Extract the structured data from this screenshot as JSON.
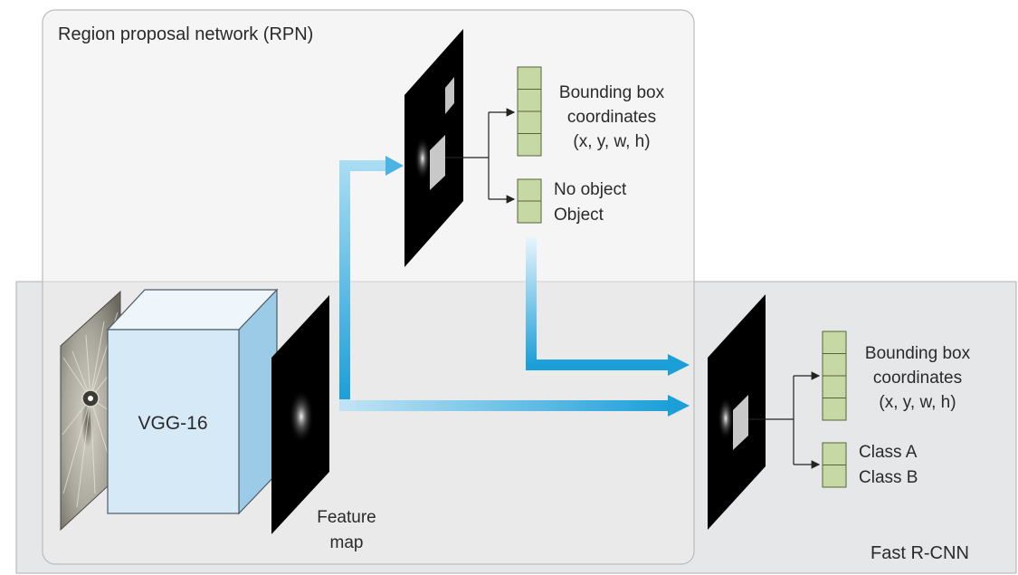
{
  "rpn": {
    "title": "Region proposal network (RPN)",
    "bbox_line1": "Bounding box",
    "bbox_line2": "coordinates",
    "bbox_line3": "(x, y, w, h)",
    "class_line1": "No object",
    "class_line2": "Object"
  },
  "fast_rcnn": {
    "title": "Fast R-CNN",
    "bbox_line1": "Bounding box",
    "bbox_line2": "coordinates",
    "bbox_line3": "(x, y, w, h)",
    "class_line1": "Class A",
    "class_line2": "Class B"
  },
  "backbone": {
    "label": "VGG-16"
  },
  "feature_map": {
    "label_line1": "Feature",
    "label_line2": "map"
  },
  "colors": {
    "panel_fill": "#e6e7e9",
    "panel_stroke": "#b9bbbd",
    "cube_front": "#d6e9f7",
    "cube_side": "#9ccbe8",
    "cube_top": "#eef6fc",
    "cell_fill": "#c6d9a4",
    "cell_stroke": "#55633a",
    "arrow_blue": "#1b9fd9"
  }
}
